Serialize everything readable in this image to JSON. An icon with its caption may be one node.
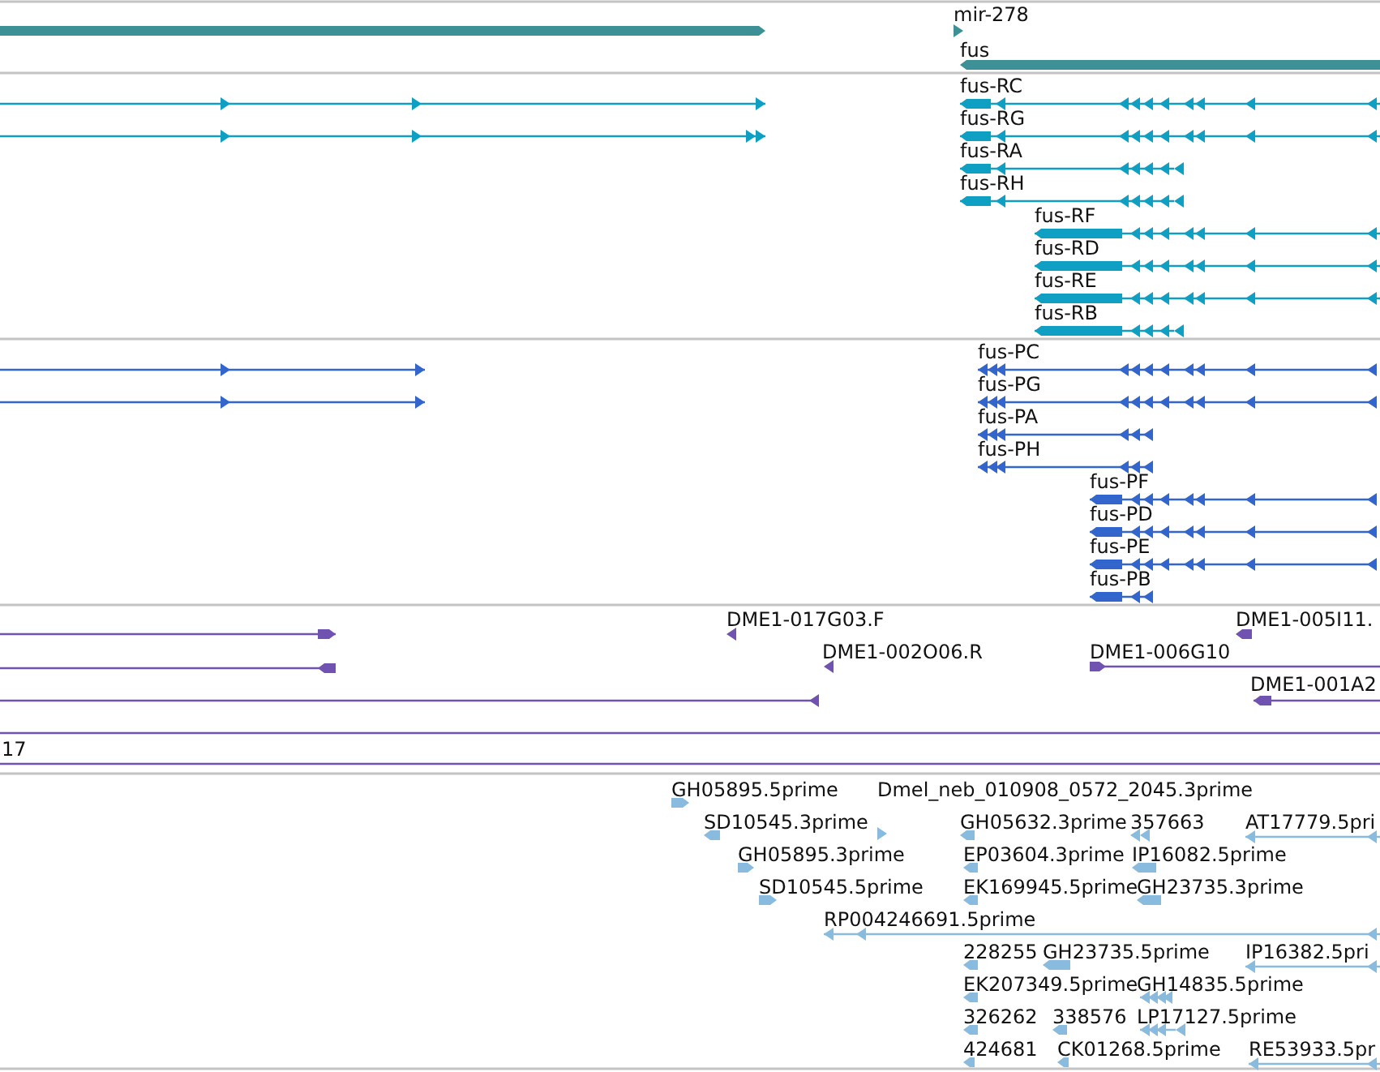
{
  "diagram": {
    "labels": [
      "mir-278",
      "fus",
      "fus-RC",
      "fus-RG",
      "fus-RA",
      "fus-RH",
      "fus-RF",
      "fus-RD",
      "fus-RE",
      "fus-RB",
      "fus-PC",
      "fus-PG",
      "fus-PA",
      "fus-PH",
      "fus-PF",
      "fus-PD",
      "fus-PE",
      "fus-PB",
      "DME1-017G03.F",
      "DME1-005I11.",
      "DME1-002O06.R",
      "DME1-006G10",
      "DME1-001A2",
      "17",
      "GH05895.5prime",
      "Dmel_neb_010908_0572_2045.3prime",
      "SD10545.3prime",
      "GH05632.3prime",
      "357663",
      "AT17779.5pri",
      "GH05895.3prime",
      "EP03604.3prime",
      "IP16082.5prime",
      "SD10545.5prime",
      "EK169945.5prime",
      "GH23735.3prime",
      "RP004246691.5prime",
      "228255",
      "GH23735.5prime",
      "IP16382.5pri",
      "EK207349.5prime",
      "GH14835.5prime",
      "326262",
      "338576",
      "LP17127.5prime",
      "424681",
      "CK01268.5prime",
      "RE53933.5pr"
    ]
  }
}
